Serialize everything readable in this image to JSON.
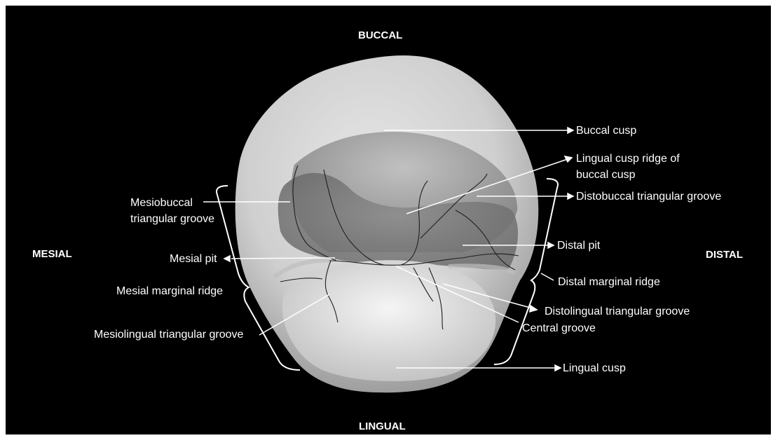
{
  "directions": {
    "buccal": "BUCCAL",
    "lingual": "LINGUAL",
    "mesial": "MESIAL",
    "distal": "DISTAL"
  },
  "labels": {
    "buccal_cusp": "Buccal cusp",
    "lingual_cusp_ridge_line1": "Lingual cusp ridge of",
    "lingual_cusp_ridge_line2": "buccal cusp",
    "distobuccal_triangular_groove": "Distobuccal triangular groove",
    "distal_pit": "Distal pit",
    "distal_marginal_ridge": "Distal marginal ridge",
    "distolingual_triangular_groove": "Distolingual triangular groove",
    "central_groove": "Central groove",
    "lingual_cusp": "Lingual cusp",
    "mesiobuccal_line1": "Mesiobuccal",
    "mesiobuccal_line2": "triangular groove",
    "mesial_pit": "Mesial pit",
    "mesial_marginal_ridge": "Mesial marginal ridge",
    "mesiolingual_triangular_groove": "Mesiolingual triangular groove"
  },
  "colors": {
    "background": "#000000",
    "text": "#ffffff",
    "tooth_light": "#f2f2f2",
    "tooth_shadow": "#6e6e6e",
    "groove": "#1e1e1e"
  }
}
